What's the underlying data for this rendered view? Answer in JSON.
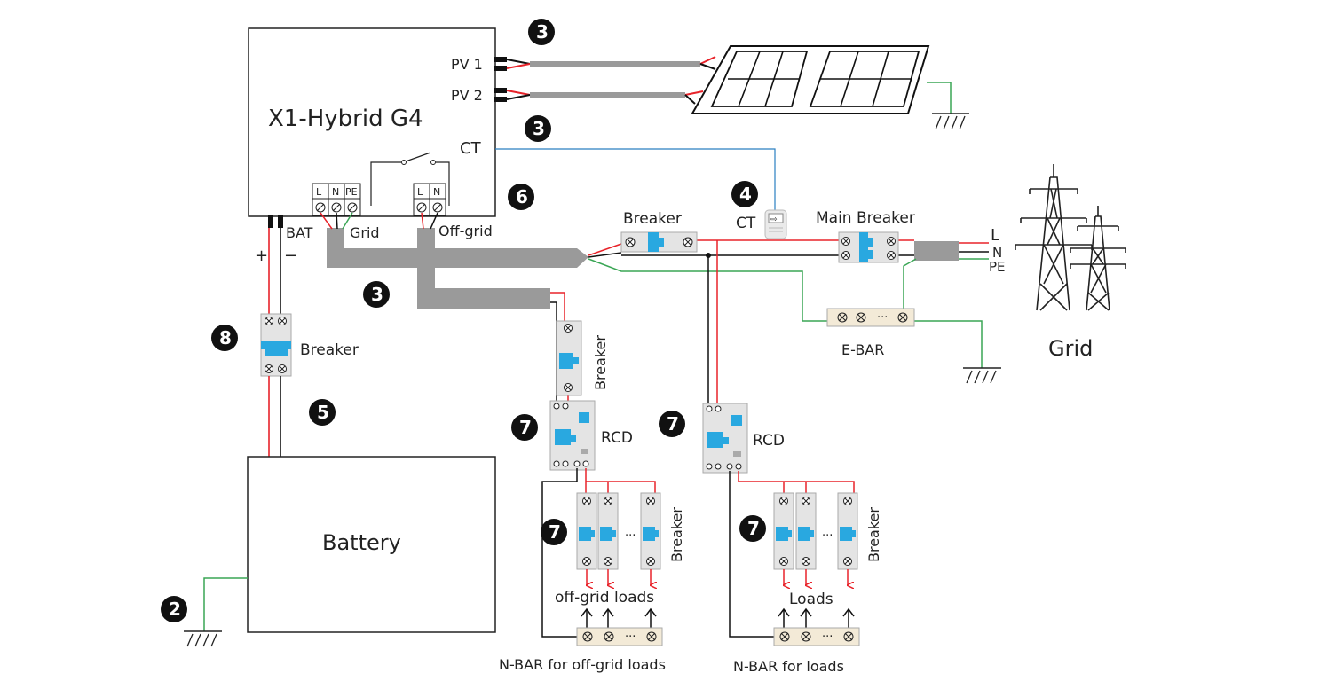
{
  "inverter": {
    "title": "X1-Hybrid G4",
    "pv1": "PV 1",
    "pv2": "PV 2",
    "ct": "CT",
    "bat": "BAT",
    "plus": "+",
    "minus": "−",
    "grid_port": "Grid",
    "offgrid_port": "Off-grid",
    "term_l": "L",
    "term_n": "N",
    "term_pe": "PE"
  },
  "battery": {
    "label": "Battery"
  },
  "badges": {
    "b2": "2",
    "b3a": "3",
    "b3b": "3",
    "b3c": "3",
    "b4": "4",
    "b5": "5",
    "b6": "6",
    "b7a": "7",
    "b7b": "7",
    "b7c": "7",
    "b7d": "7",
    "b8": "8"
  },
  "labels": {
    "breaker_top": "Breaker",
    "ct_meter": "CT",
    "main_breaker": "Main Breaker",
    "line_l": "L",
    "line_n": "N",
    "line_pe": "PE",
    "ebar": "E-BAR",
    "grid": "Grid",
    "breaker_bat": "Breaker",
    "breaker_offgrid": "Breaker",
    "rcd1": "RCD",
    "rcd2": "RCD",
    "breaker_group1": "Breaker",
    "breaker_group2": "Breaker",
    "offgrid_loads": "off-grid loads",
    "loads": "Loads",
    "nbar_offgrid": "N-BAR for off-grid loads",
    "nbar_loads": "N-BAR for loads",
    "dots1": "···",
    "dots2": "···",
    "dots3": "···",
    "dots4": "···",
    "dots5": "···"
  },
  "colors": {
    "live": "#e8232a",
    "neutral": "#1a1a1a",
    "earth": "#3aa655",
    "ct_wire": "#2a7fc1",
    "cable": "#9a9a9a",
    "breaker_blue": "#29a8e0"
  }
}
